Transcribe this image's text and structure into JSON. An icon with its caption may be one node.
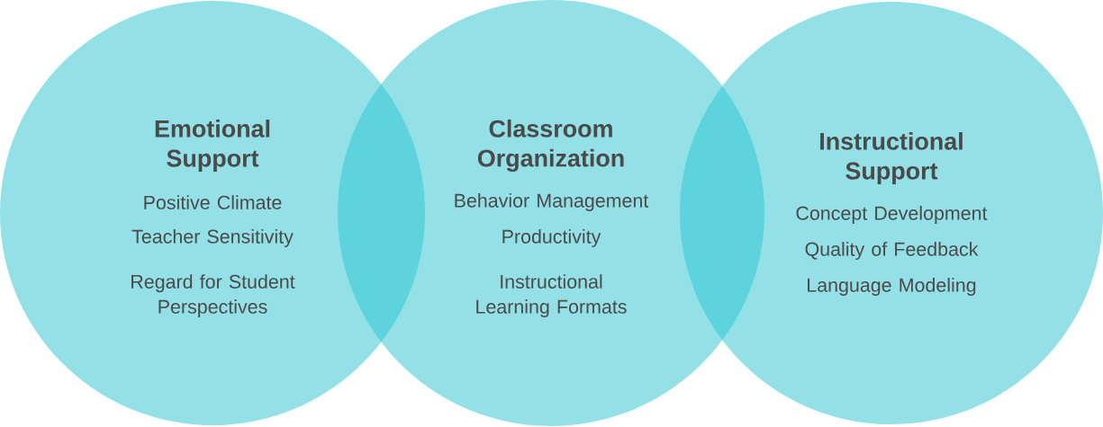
{
  "diagram": {
    "nodes": [
      {
        "text": [
          "Emotional Support",
          "Positive Climate",
          "Teacher Sensitivity",
          "Regard for Student Perspectives"
        ]
      },
      {
        "text": [
          "Classroom Organization",
          "Behavior Management",
          "Productivity",
          "Instructional Learning Formats"
        ]
      },
      {
        "text": [
          "Instructional Support",
          "Concept Development",
          "Quality of Feedback",
          "Language Modeling"
        ]
      }
    ]
  }
}
